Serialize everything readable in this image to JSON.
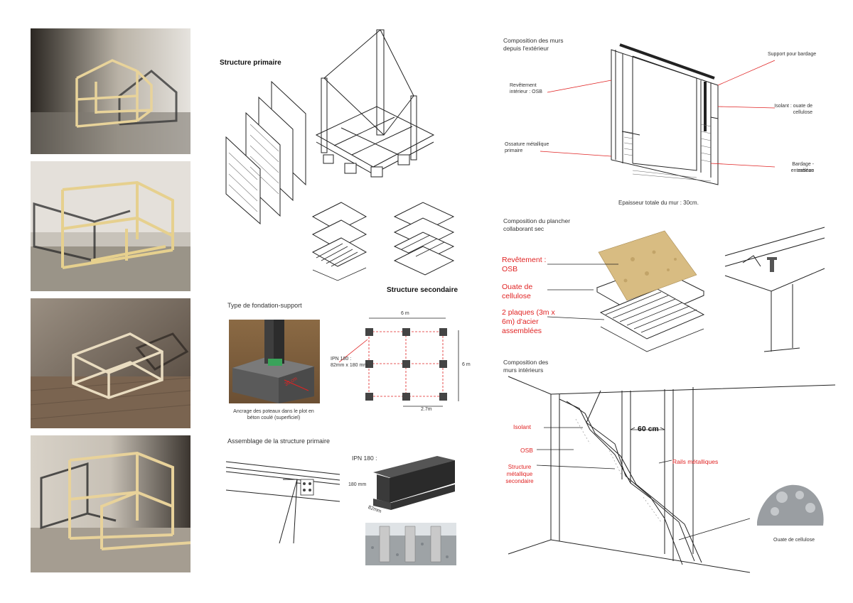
{
  "structure_primaire": {
    "title": "Structure primaire"
  },
  "structure_secondaire": {
    "title": "Structure secondaire"
  },
  "fondation": {
    "title": "Type de fondation-support",
    "dimension_label": "30 cm",
    "caption": "Ancrage des poteaux dans le plot en béton coulé (superficiel)"
  },
  "plan": {
    "top_dimension": "6 m",
    "right_dimension": "6 m",
    "bottom_dimension": "2.7m",
    "ipn_label": "IPN 180 :",
    "ipn_size": "82mm x 180 mm"
  },
  "assemblage": {
    "title": "Assemblage de la structure primaire",
    "ipn_title": "IPN 180 :",
    "height_label": "180 mm",
    "width_label": "82mm"
  },
  "murs_ext": {
    "title_l1": "Composition des murs",
    "title_l2": "depuis l'extérieur",
    "revetement_l1": "Revêtement",
    "revetement_l2": "intérieur : OSB",
    "ossature_l1": "Ossature métallique",
    "ossature_l2": "primaire",
    "support": "Support pour bardage",
    "isolant_l1": "Isolant : ouate de",
    "isolant_l2": "cellulose",
    "bardage_l1": "Bardage - tasseau",
    "bardage_l2": "en mélèze",
    "epaisseur": "Epaisseur totale du mur : 30cm."
  },
  "plancher": {
    "title_l1": "Composition du plancher",
    "title_l2": "collaborant sec",
    "osb_l1": "Revêtement :",
    "osb_l2": "OSB",
    "ouate_l1": "Ouate de",
    "ouate_l2": "cellulose",
    "acier_l1": "2 plaques (3m x",
    "acier_l2": "6m) d'acier",
    "acier_l3": "assemblées"
  },
  "murs_int": {
    "title_l1": "Composition des",
    "title_l2": "murs intérieurs",
    "isolant": "Isolant",
    "osb": "OSB",
    "structure_l1": "Structure",
    "structure_l2": "métallique",
    "structure_l3": "secondaire",
    "spacing": "60 cm",
    "rails": "Rails métalliques",
    "ouate": "Ouate de cellulose"
  },
  "colors": {
    "accent_red": "#e02323",
    "ink": "#222222",
    "wood": "#d9c48f"
  }
}
